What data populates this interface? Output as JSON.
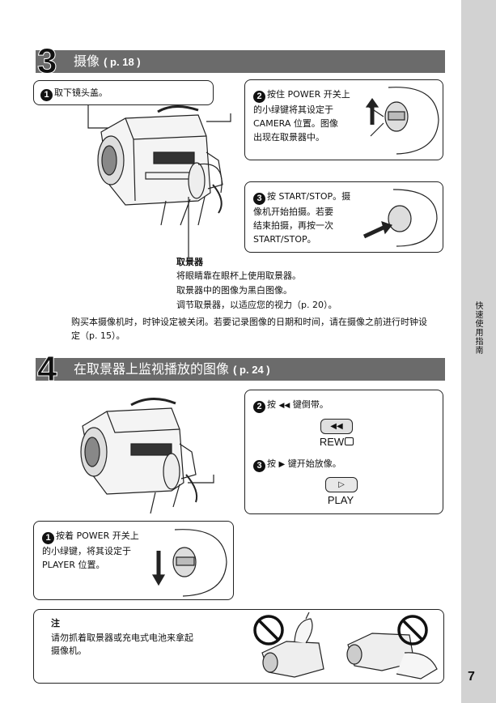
{
  "sidebar": {
    "vertical_text": "快速使用指南",
    "page_number": "7"
  },
  "section3": {
    "number": "3",
    "title": "摄像",
    "ref": "( p. 18 )",
    "step1": {
      "num": "1",
      "text": "取下镜头盖。"
    },
    "step2": {
      "num": "2",
      "lines": [
        "按住 POWER 开关上",
        "的小绿键将其设定于",
        "CAMERA 位置。图像",
        "出现在取景器中。"
      ]
    },
    "step3": {
      "num": "3",
      "lines": [
        "按 START/STOP。摄",
        "像机开始拍摄。若要",
        "结束拍摄，再按一次",
        "START/STOP。"
      ]
    },
    "viewfinder": {
      "heading": "取景器",
      "lines": [
        "将眼睛靠在眼杯上使用取景器。",
        "取景器中的图像为黑白图像。",
        "调节取景器，以适应您的视力（p. 20）。"
      ]
    },
    "clock_note": [
      "购买本摄像机时，时钟设定被关闭。若要记录图像的日期和时间，请在摄像之前进行时钟设",
      "定（p. 15）。"
    ]
  },
  "section4": {
    "number": "4",
    "title": "在取景器上监视播放的图像",
    "ref": "( p. 24 )",
    "step1": {
      "num": "1",
      "lines": [
        "按着 POWER 开关上",
        "的小绿键，将其设定于",
        "PLAYER 位置。"
      ]
    },
    "step2": {
      "num": "2",
      "prefix": "按",
      "symbol": "◀◀",
      "suffix": "键倒带。",
      "button_symbol": "◀◀",
      "button_label": "REW"
    },
    "step3": {
      "num": "3",
      "prefix": "按",
      "symbol": "▶",
      "suffix": "键开始放像。",
      "button_symbol": "▷",
      "button_label": "PLAY"
    }
  },
  "note": {
    "heading": "注",
    "lines": [
      "请勿抓着取景器或充电式电池来拿起",
      "摄像机。"
    ]
  }
}
